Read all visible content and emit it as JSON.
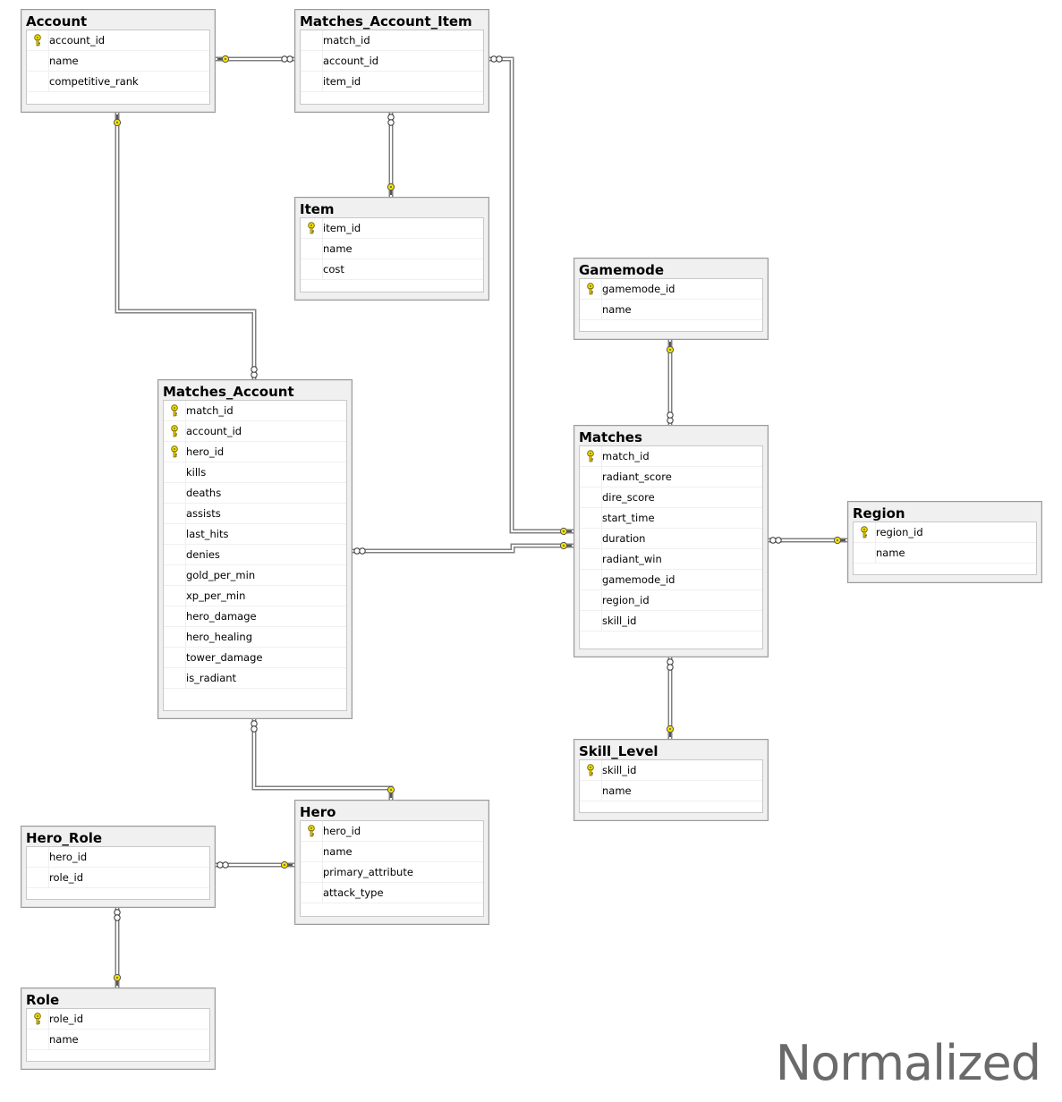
{
  "tables": [
    {
      "id": "account",
      "name": "Account",
      "columns": [
        {
          "name": "account_id",
          "pk": true
        },
        {
          "name": "name",
          "pk": false
        },
        {
          "name": "competitive_rank",
          "pk": false
        }
      ]
    },
    {
      "id": "matches_account_item",
      "name": "Matches_Account_Item",
      "columns": [
        {
          "name": "match_id",
          "pk": false
        },
        {
          "name": "account_id",
          "pk": false
        },
        {
          "name": "item_id",
          "pk": false
        }
      ]
    },
    {
      "id": "item",
      "name": "Item",
      "columns": [
        {
          "name": "item_id",
          "pk": true
        },
        {
          "name": "name",
          "pk": false
        },
        {
          "name": "cost",
          "pk": false
        }
      ]
    },
    {
      "id": "gamemode",
      "name": "Gamemode",
      "columns": [
        {
          "name": "gamemode_id",
          "pk": true
        },
        {
          "name": "name",
          "pk": false
        }
      ]
    },
    {
      "id": "matches_account",
      "name": "Matches_Account",
      "columns": [
        {
          "name": "match_id",
          "pk": true
        },
        {
          "name": "account_id",
          "pk": true
        },
        {
          "name": "hero_id",
          "pk": true
        },
        {
          "name": "kills",
          "pk": false
        },
        {
          "name": "deaths",
          "pk": false
        },
        {
          "name": "assists",
          "pk": false
        },
        {
          "name": "last_hits",
          "pk": false
        },
        {
          "name": "denies",
          "pk": false
        },
        {
          "name": "gold_per_min",
          "pk": false
        },
        {
          "name": "xp_per_min",
          "pk": false
        },
        {
          "name": "hero_damage",
          "pk": false
        },
        {
          "name": "hero_healing",
          "pk": false
        },
        {
          "name": "tower_damage",
          "pk": false
        },
        {
          "name": "is_radiant",
          "pk": false
        }
      ]
    },
    {
      "id": "matches",
      "name": "Matches",
      "columns": [
        {
          "name": "match_id",
          "pk": true
        },
        {
          "name": "radiant_score",
          "pk": false
        },
        {
          "name": "dire_score",
          "pk": false
        },
        {
          "name": "start_time",
          "pk": false
        },
        {
          "name": "duration",
          "pk": false
        },
        {
          "name": "radiant_win",
          "pk": false
        },
        {
          "name": "gamemode_id",
          "pk": false
        },
        {
          "name": "region_id",
          "pk": false
        },
        {
          "name": "skill_id",
          "pk": false
        }
      ]
    },
    {
      "id": "region",
      "name": "Region",
      "columns": [
        {
          "name": "region_id",
          "pk": true
        },
        {
          "name": "name",
          "pk": false
        }
      ]
    },
    {
      "id": "skill_level",
      "name": "Skill_Level",
      "columns": [
        {
          "name": "skill_id",
          "pk": true
        },
        {
          "name": "name",
          "pk": false
        }
      ]
    },
    {
      "id": "hero",
      "name": "Hero",
      "columns": [
        {
          "name": "hero_id",
          "pk": true
        },
        {
          "name": "name",
          "pk": false
        },
        {
          "name": "primary_attribute",
          "pk": false
        },
        {
          "name": "attack_type",
          "pk": false
        }
      ]
    },
    {
      "id": "hero_role",
      "name": "Hero_Role",
      "columns": [
        {
          "name": "hero_id",
          "pk": false
        },
        {
          "name": "role_id",
          "pk": false
        }
      ]
    },
    {
      "id": "role",
      "name": "Role",
      "columns": [
        {
          "name": "role_id",
          "pk": true
        },
        {
          "name": "name",
          "pk": false
        }
      ]
    }
  ],
  "relationships": [
    {
      "from": "matches_account_item",
      "to": "account"
    },
    {
      "from": "matches_account_item",
      "to": "item"
    },
    {
      "from": "matches_account_item",
      "to": "matches"
    },
    {
      "from": "matches_account",
      "to": "account"
    },
    {
      "from": "matches_account",
      "to": "matches"
    },
    {
      "from": "matches_account",
      "to": "hero"
    },
    {
      "from": "matches",
      "to": "gamemode"
    },
    {
      "from": "matches",
      "to": "region"
    },
    {
      "from": "matches",
      "to": "skill_level"
    },
    {
      "from": "hero_role",
      "to": "hero"
    },
    {
      "from": "hero_role",
      "to": "role"
    }
  ],
  "colors": {
    "key_icon": "#f2e200",
    "line": "#808080"
  },
  "watermark": "Normalized"
}
